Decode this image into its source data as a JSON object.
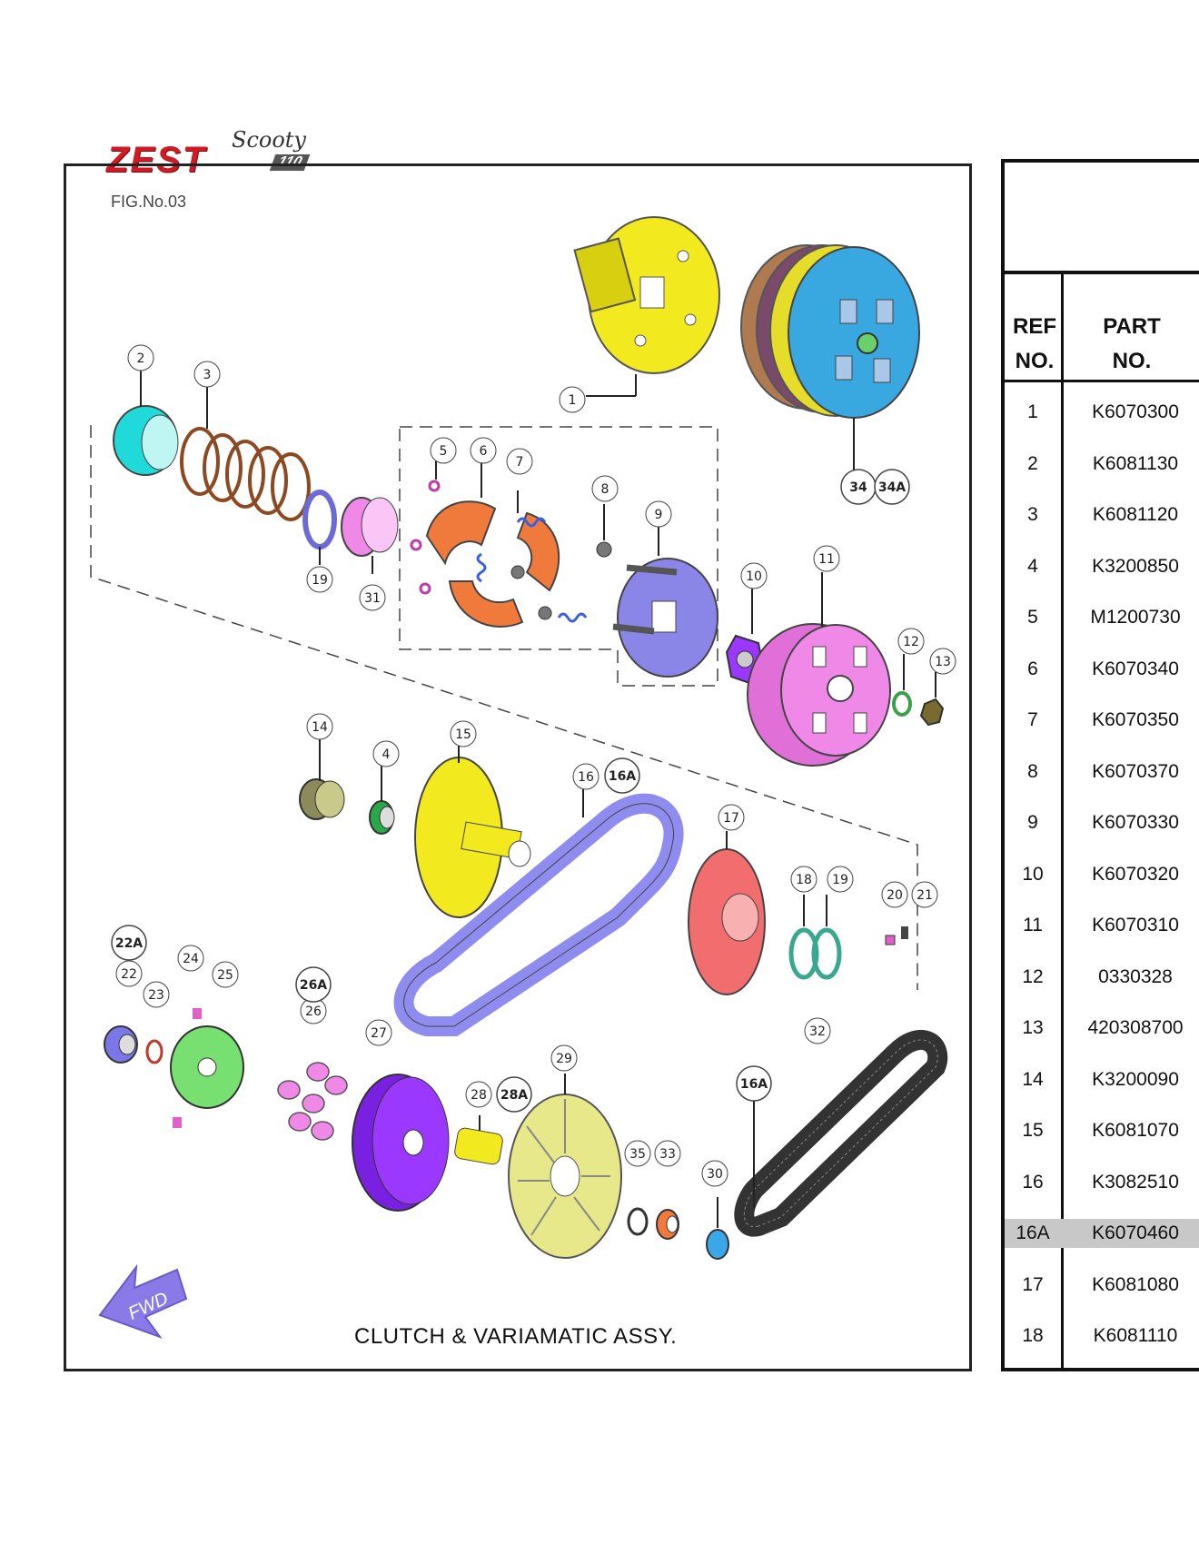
{
  "header": {
    "logo_scooty": "Scooty",
    "logo_zest": "ZEST",
    "logo_110": "110",
    "fig_no": "FIG.No.03"
  },
  "diagram": {
    "title": "CLUTCH & VARIAMATIC ASSY.",
    "fwd_label": "FWD",
    "callouts": [
      "1",
      "2",
      "3",
      "4",
      "5",
      "6",
      "7",
      "8",
      "9",
      "10",
      "11",
      "12",
      "13",
      "14",
      "15",
      "16",
      "16A",
      "17",
      "18",
      "19",
      "20",
      "21",
      "22",
      "22A",
      "23",
      "24",
      "25",
      "26",
      "26A",
      "27",
      "28",
      "28A",
      "29",
      "30",
      "31",
      "32",
      "33",
      "34",
      "34A",
      "35",
      "19",
      "16A"
    ]
  },
  "table": {
    "header_ref_1": "REF",
    "header_ref_2": "NO.",
    "header_part_1": "PART",
    "header_part_2": "NO.",
    "highlight_color": "#c8c8c8",
    "rows": [
      {
        "ref": "1",
        "part": "K6070300"
      },
      {
        "ref": "2",
        "part": "K6081130"
      },
      {
        "ref": "3",
        "part": "K6081120"
      },
      {
        "ref": "4",
        "part": "K3200850"
      },
      {
        "ref": "5",
        "part": "M1200730"
      },
      {
        "ref": "6",
        "part": "K6070340"
      },
      {
        "ref": "7",
        "part": "K6070350"
      },
      {
        "ref": "8",
        "part": "K6070370"
      },
      {
        "ref": "9",
        "part": "K6070330"
      },
      {
        "ref": "10",
        "part": "K6070320"
      },
      {
        "ref": "11",
        "part": "K6070310"
      },
      {
        "ref": "12",
        "part": "0330328"
      },
      {
        "ref": "13",
        "part": "420308700"
      },
      {
        "ref": "14",
        "part": "K3200090"
      },
      {
        "ref": "15",
        "part": "K6081070"
      },
      {
        "ref": "16",
        "part": "K3082510"
      },
      {
        "ref": "16A",
        "part": "K6070460",
        "highlighted": true
      },
      {
        "ref": "17",
        "part": "K6081080"
      },
      {
        "ref": "18",
        "part": "K6081110"
      }
    ]
  },
  "colors": {
    "clutch_housing": "#f2ea1e",
    "clutch_shoes": "#f07a3c",
    "blue_plate": "#8a86e8",
    "pink_parts": "#f088e8",
    "green_parts": "#78e070",
    "purple_pulley": "#9a38ff",
    "belt": "#8f8cf0",
    "red_face": "#f26e6e",
    "cyan_collar": "#1fdad8",
    "brand_red": "#d01a24"
  }
}
